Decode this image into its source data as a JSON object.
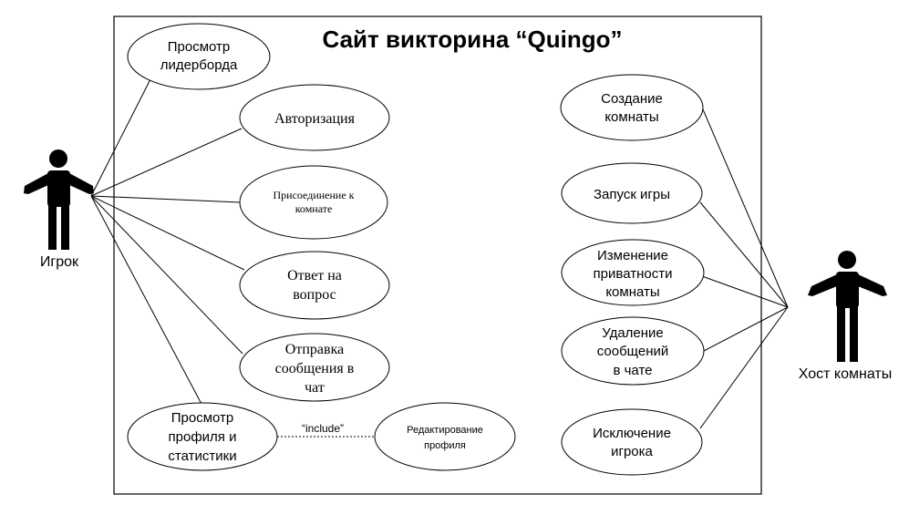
{
  "diagram": {
    "title": "Сайт викторина “Quingo”",
    "actors": {
      "player": "Игрок",
      "host": "Хост комнаты"
    },
    "player_use_cases": {
      "leaderboard": [
        "Просмотр",
        "лидерборда"
      ],
      "auth": [
        "Авторизация"
      ],
      "join": [
        "Присоединение к",
        "комнате"
      ],
      "answer": [
        "Ответ на",
        "вопрос"
      ],
      "chat": [
        "Отправка",
        "сообщения в",
        "чат"
      ],
      "profile": [
        "Просмотр",
        "профиля и",
        "статистики"
      ]
    },
    "extra_use_cases": {
      "edit_profile": [
        "Редактирование",
        "профиля"
      ]
    },
    "host_use_cases": {
      "create": [
        "Создание",
        "комнаты"
      ],
      "start": [
        "Запуск игры"
      ],
      "privacy": [
        "Изменение",
        "приватности",
        "комнаты"
      ],
      "delete_msgs": [
        "Удаление",
        "сообщений",
        "в чате"
      ],
      "kick": [
        "Исключение",
        "игрока"
      ]
    },
    "include_label": "“include”"
  }
}
